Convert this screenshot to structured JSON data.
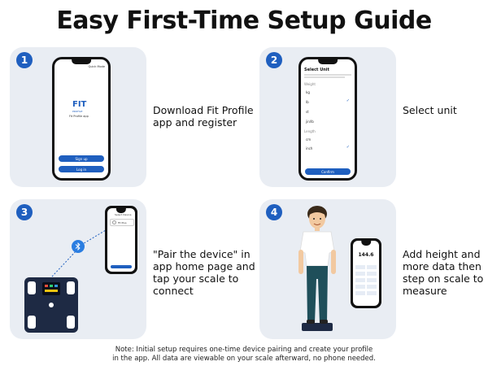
{
  "title": "Easy First-Time Setup Guide",
  "steps": [
    {
      "number": "1",
      "caption_line1": "Download Fit Profile",
      "caption_line2": "app and register"
    },
    {
      "number": "2",
      "caption_line1": "Select unit"
    },
    {
      "number": "3",
      "caption_line1": "\"Pair the device\" in",
      "caption_line2": "app home page and",
      "caption_line3": "tap your scale to",
      "caption_line4": "connect"
    },
    {
      "number": "4",
      "caption_line1": "Add height and",
      "caption_line2": "more data then",
      "caption_line3": "step on scale to",
      "caption_line4": "measure"
    }
  ],
  "phone1": {
    "top_link": "Quick Mode",
    "logo": "FIT",
    "logo_sub": "PROFILE",
    "tagline": "Fit Profile app",
    "signup": "Sign up",
    "login": "Log in"
  },
  "phone2": {
    "header": "Select Unit",
    "weight_label": "Weight",
    "weight_options": [
      "kg",
      "lb",
      "st",
      "jin/lb"
    ],
    "length_label": "Length",
    "length_options": [
      "cm",
      "inch"
    ],
    "confirm": "Confirm"
  },
  "phone3": {
    "header": "Select Device",
    "device": "Fit Plus"
  },
  "phone4": {
    "reading": "144.6"
  },
  "note_line1": "Note: Initial setup requires one-time device pairing and create your profile",
  "note_line2": "in the app. All data are viewable on your scale afterward, no phone needed.",
  "colors": {
    "accent": "#1f5fbf",
    "card": "#e9edf3",
    "scale": "#1e2a44"
  }
}
